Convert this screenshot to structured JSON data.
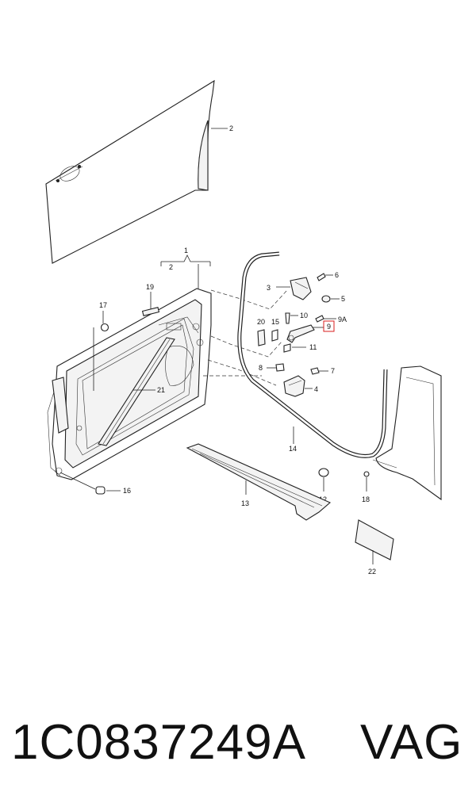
{
  "diagram": {
    "callouts": {
      "c1": "1",
      "c2a": "2",
      "c2b": "2",
      "c3": "3",
      "c4": "4",
      "c5": "5",
      "c6": "6",
      "c7": "7",
      "c8": "8",
      "c9": "9",
      "c9a": "9A",
      "c10": "10",
      "c11": "11",
      "c12": "12",
      "c13": "13",
      "c14": "14",
      "c15": "15",
      "c16": "16",
      "c17": "17",
      "c18": "18",
      "c19": "19",
      "c20": "20",
      "c21": "21",
      "c22": "22"
    },
    "highlighted_callout": "9",
    "highlight_color": "#d81e1e"
  },
  "caption": {
    "part_number": "1C0837249A",
    "brand": "VAG"
  }
}
